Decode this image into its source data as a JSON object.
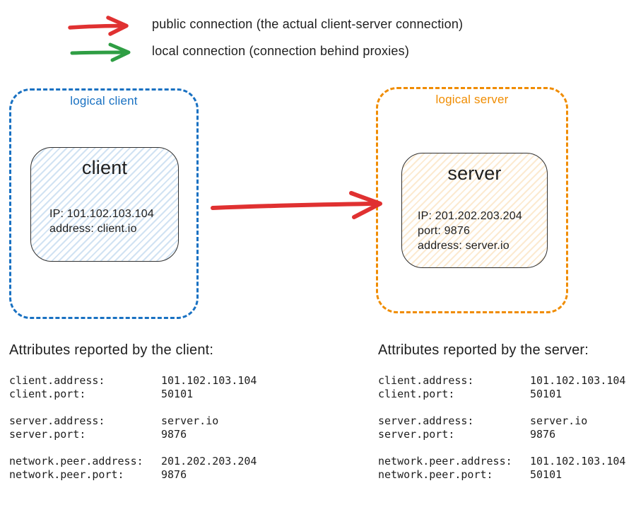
{
  "legend": {
    "public": {
      "label": "public connection (the actual client-server connection)"
    },
    "local": {
      "label": "local connection (connection behind proxies)"
    }
  },
  "colors": {
    "public_arrow": "#e03131",
    "local_arrow": "#2f9e44",
    "client_accent": "#1971c2",
    "server_accent": "#f08c00",
    "text": "#1e1e1e"
  },
  "diagram": {
    "logical_client": {
      "label": "logical client",
      "node": {
        "title": "client",
        "lines": [
          "IP: 101.102.103.104",
          "address: client.io"
        ]
      }
    },
    "logical_server": {
      "label": "logical server",
      "node": {
        "title": "server",
        "lines": [
          "IP: 201.202.203.204",
          "port: 9876",
          "address: server.io"
        ]
      }
    }
  },
  "attributes_client": {
    "heading": "Attributes reported by the client:",
    "groups": [
      {
        "rows": [
          {
            "key": "client.address:",
            "value": "101.102.103.104"
          },
          {
            "key": "client.port:",
            "value": "50101"
          }
        ]
      },
      {
        "rows": [
          {
            "key": "server.address:",
            "value": "server.io"
          },
          {
            "key": "server.port:",
            "value": "9876"
          }
        ]
      },
      {
        "rows": [
          {
            "key": "network.peer.address:",
            "value": "201.202.203.204"
          },
          {
            "key": "network.peer.port:",
            "value": "9876"
          }
        ]
      }
    ]
  },
  "attributes_server": {
    "heading": "Attributes reported by the server:",
    "groups": [
      {
        "rows": [
          {
            "key": "client.address:",
            "value": "101.102.103.104"
          },
          {
            "key": "client.port:",
            "value": "50101"
          }
        ]
      },
      {
        "rows": [
          {
            "key": "server.address:",
            "value": "server.io"
          },
          {
            "key": "server.port:",
            "value": "9876"
          }
        ]
      },
      {
        "rows": [
          {
            "key": "network.peer.address:",
            "value": "101.102.103.104"
          },
          {
            "key": "network.peer.port:",
            "value": "50101"
          }
        ]
      }
    ]
  }
}
